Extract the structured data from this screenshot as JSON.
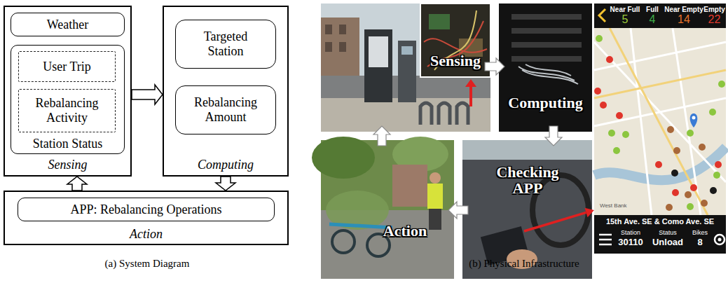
{
  "diagram": {
    "nodes": [
      {
        "text": [
          "Sensing"
        ]
      },
      {
        "text": [
          "Weather"
        ],
        "in": 0
      },
      {
        "text": [
          "Station Status"
        ],
        "in": 0
      },
      {
        "text": [
          "User Trip"
        ],
        "in": 2
      },
      {
        "text": [
          "Rebalancing Activity"
        ],
        "in": 2
      },
      {
        "text": [
          "Computing"
        ]
      },
      {
        "text": [
          "Targeted Station"
        ],
        "in": 5
      },
      {
        "text": [
          "Rebalancing Amount"
        ],
        "in": 5
      },
      {
        "text": [
          "Action"
        ]
      },
      {
        "text": [
          "APP: Rebalancing Operations"
        ],
        "in": 8
      },
      {
        "text": [
          "Sensing"
        ]
      },
      {
        "text": [
          "Computing"
        ]
      },
      {
        "text": [
          "Checking APP"
        ]
      },
      {
        "text": [
          "Action"
        ]
      },
      {
        "text": [
          "Near Full",
          "5",
          "Full",
          "4",
          "Near Empty",
          "14",
          "Empty",
          "22",
          "15th Ave. SE & Como Ave. SE",
          "Station",
          "30110",
          "Status",
          "Unload",
          "Bikes",
          "8"
        ]
      }
    ],
    "edges": [
      {
        "from": 0,
        "to": 5,
        "arrow": "to"
      },
      {
        "from": 5,
        "to": 8,
        "arrow": "to"
      },
      {
        "from": 8,
        "to": 0,
        "arrow": "to"
      },
      {
        "from": 10,
        "to": 11,
        "arrow": "to"
      },
      {
        "from": 11,
        "to": 12,
        "arrow": "to"
      },
      {
        "from": 12,
        "to": 13,
        "arrow": "to"
      },
      {
        "from": 13,
        "to": 10,
        "arrow": "to"
      },
      {
        "from": 12,
        "to": 14,
        "arrow": "to"
      }
    ],
    "labels": [
      "(a) System Diagram",
      "(b) Physical Infrastructure",
      "West Bank"
    ]
  }
}
